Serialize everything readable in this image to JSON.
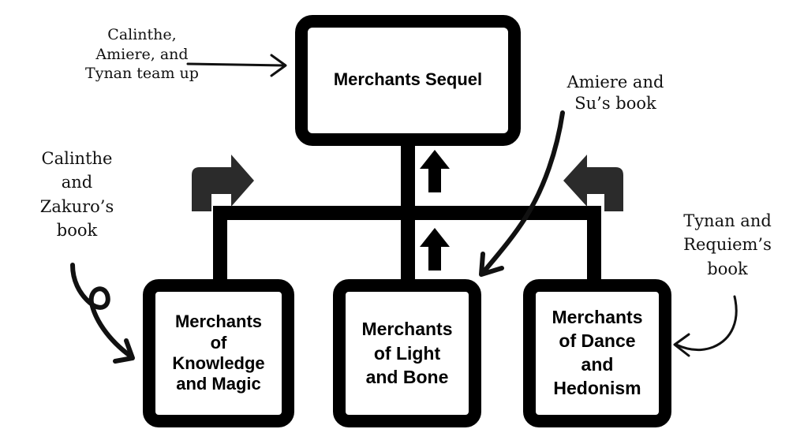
{
  "boxes": {
    "sequel": "Merchants Sequel",
    "knowledge": "Merchants\nof\nKnowledge\nand Magic",
    "light": "Merchants\nof Light\nand Bone",
    "dance": "Merchants\nof Dance\nand\nHedonism"
  },
  "notes": {
    "team_up": "Calinthe,\nAmiere, and\nTynan team up",
    "calinthe_zakuro": "Calinthe\nand\nZakuro’s\nbook",
    "amiere_su": "Amiere and\nSu’s book",
    "tynan_requiem": "Tynan and\nRequiem’s\nbook"
  }
}
